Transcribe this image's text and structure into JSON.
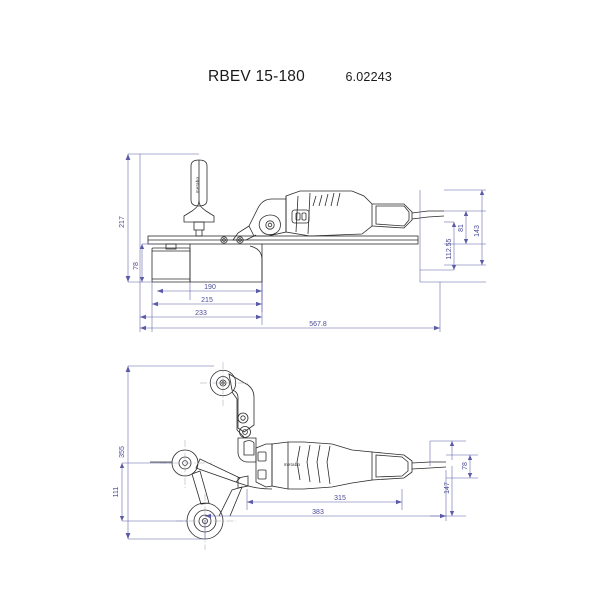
{
  "page": {
    "background_color": "#ffffff",
    "line_color": "#2b2b2b",
    "dimension_color": "#4a4a96"
  },
  "title": {
    "model": "RBEV 15-180",
    "article_code": "6.02243"
  },
  "brand": {
    "name": "metabo"
  },
  "views": {
    "side_view": {
      "name": "side-elevation",
      "dimensions": {
        "height_overall": "217",
        "base_height": "78",
        "belt_length": "190",
        "base_length": "215",
        "frame_length": "233",
        "total_length": "567.8",
        "nose_height": "81",
        "axis_height": "112.55",
        "right_height": "143"
      }
    },
    "top_view": {
      "name": "top-plan",
      "dimensions": {
        "width_overall": "355",
        "wheel_offset": "111",
        "body_length": "315",
        "total_length": "383",
        "nose_width": "78",
        "right_width": "147"
      }
    }
  }
}
